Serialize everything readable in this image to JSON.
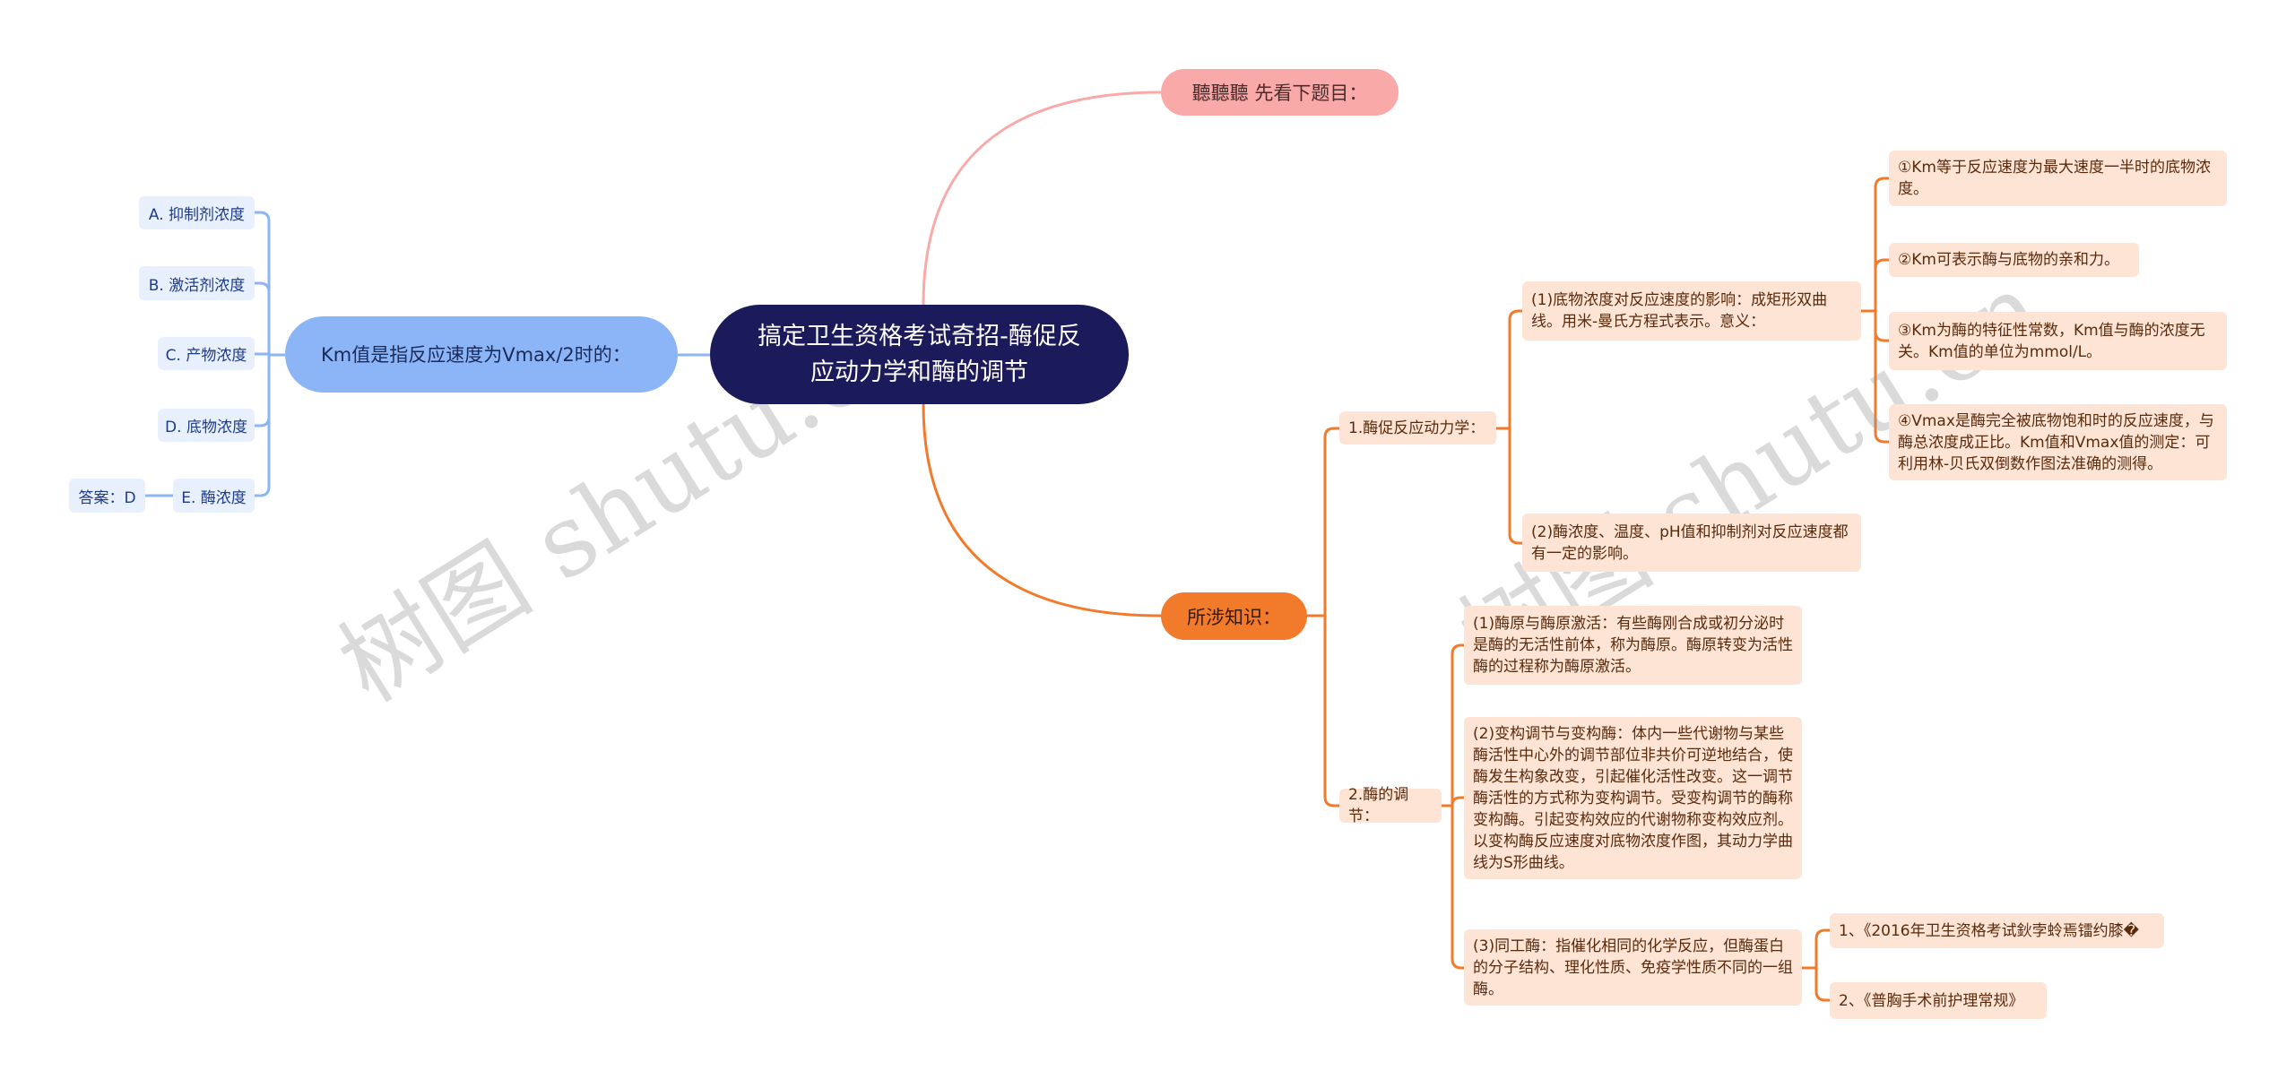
{
  "root": {
    "title": "搞定卫生资格考试奇招-酶促反应动力学和酶的调节"
  },
  "question_prompt": "聽聽聽 先看下题目：",
  "question": {
    "text": "Km值是指反应速度为Vmax/2时的：",
    "options": [
      "A. 抑制剂浓度",
      "B. 激活剂浓度",
      "C. 产物浓度",
      "D. 底物浓度",
      "E. 酶浓度"
    ],
    "answer": "答案：D"
  },
  "knowledge": {
    "label": "所涉知识：",
    "sections": [
      {
        "label": "1.酶促反应动力学：",
        "items": [
          {
            "text": "(1)底物浓度对反应速度的影响：成矩形双曲线。用米-曼氏方程式表示。意义：",
            "points": [
              "①Km等于反应速度为最大速度一半时的底物浓度。",
              "②Km可表示酶与底物的亲和力。",
              "③Km为酶的特征性常数，Km值与酶的浓度无关。Km值的单位为mmol/L。",
              "④Vmax是酶完全被底物饱和时的反应速度，与酶总浓度成正比。Km值和Vmax值的测定：可利用林-贝氏双倒数作图法准确的测得。"
            ]
          },
          {
            "text": "(2)酶浓度、温度、pH值和抑制剂对反应速度都有一定的影响。"
          }
        ]
      },
      {
        "label": "2.酶的调节：",
        "items": [
          {
            "text": "(1)酶原与酶原激活：有些酶刚合成或初分泌时是酶的无活性前体，称为酶原。酶原转变为活性酶的过程称为酶原激活。"
          },
          {
            "text": "(2)变构调节与变构酶：体内一些代谢物与某些酶活性中心外的调节部位非共价可逆地结合，使酶发生构象改变，引起催化活性改变。这一调节酶活性的方式称为变构调节。受变构调节的酶称变构酶。引起变构效应的代谢物称变构效应剂。以变构酶反应速度对底物浓度作图，其动力学曲线为S形曲线。"
          },
          {
            "text": "(3)同工酶：指催化相同的化学反应，但酶蛋白的分子结构、理化性质、免疫学性质不同的一组酶。",
            "refs": [
              "1、《2016年卫生资格考试鈥孛蛉焉镭约膝�",
              "2、《普胸手术前护理常规》"
            ]
          }
        ]
      }
    ]
  },
  "watermark": "树图 shutu.cn",
  "colors": {
    "root": "#1b1a5a",
    "pink": "#f9aaa8",
    "orange": "#f27a2b",
    "blue": "#8cb5f8",
    "leaf": "#fde4d5",
    "option": "#e8f0fd"
  }
}
